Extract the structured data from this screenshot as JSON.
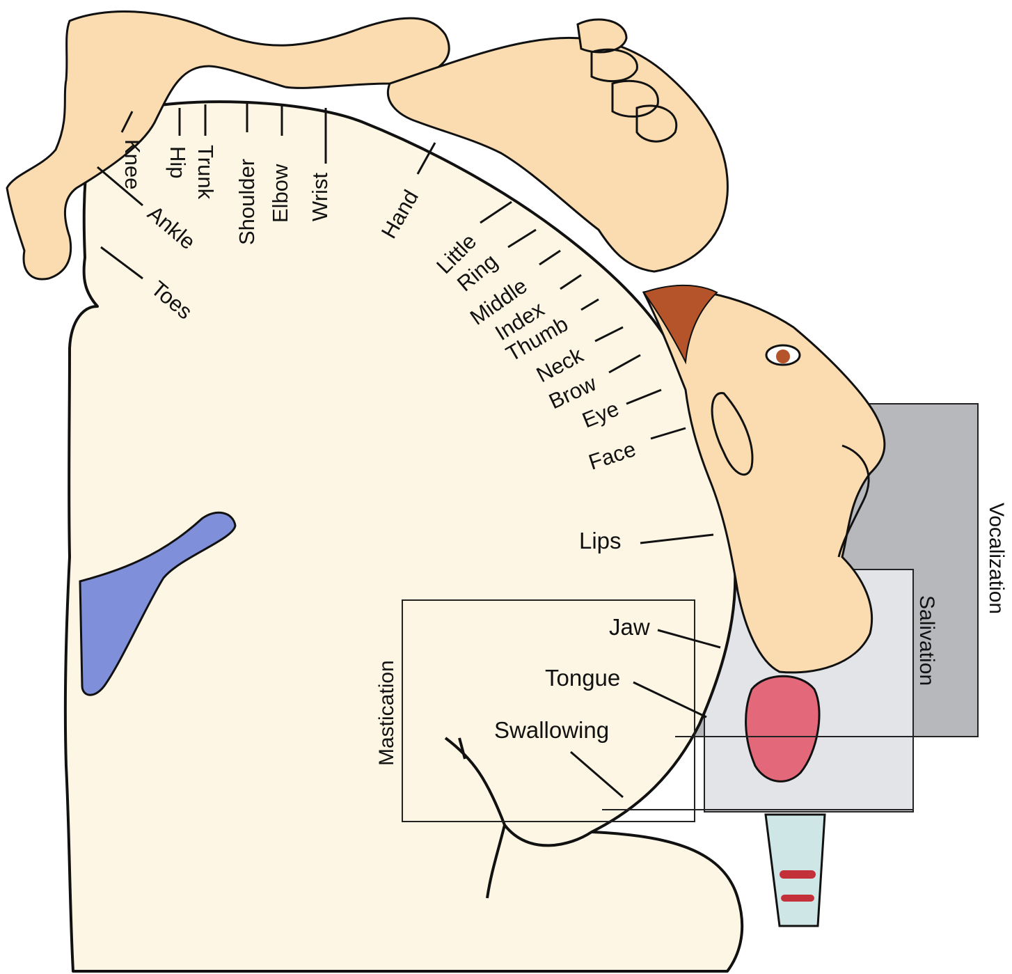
{
  "diagram": {
    "body_labels_top": [
      "Knee",
      "Hip",
      "Trunk",
      "Shoulder",
      "Elbow",
      "Wrist"
    ],
    "body_labels_left": [
      "Ankle",
      "Toes"
    ],
    "hand_label": "Hand",
    "finger_labels": [
      "Little",
      "Ring",
      "Middle",
      "Index",
      "Thumb"
    ],
    "head_labels": [
      "Neck",
      "Brow",
      "Eye",
      "Face"
    ],
    "mouth_labels": [
      "Lips",
      "Jaw",
      "Tongue",
      "Swallowing"
    ],
    "bands": {
      "vocalization": "Vocalization",
      "salivation": "Salivation",
      "mastication": "Mastication"
    },
    "colors": {
      "cortex_fill": "#fdf6e4",
      "skin": "#fadcb0",
      "hair": "#b5542a",
      "ventricle": "#7f8fd9",
      "tongue": "#e2687a",
      "trachea": "#cfe6e6",
      "vocalization_band": "#b7b8bb",
      "salivation_band": "#e3e4e8"
    }
  }
}
